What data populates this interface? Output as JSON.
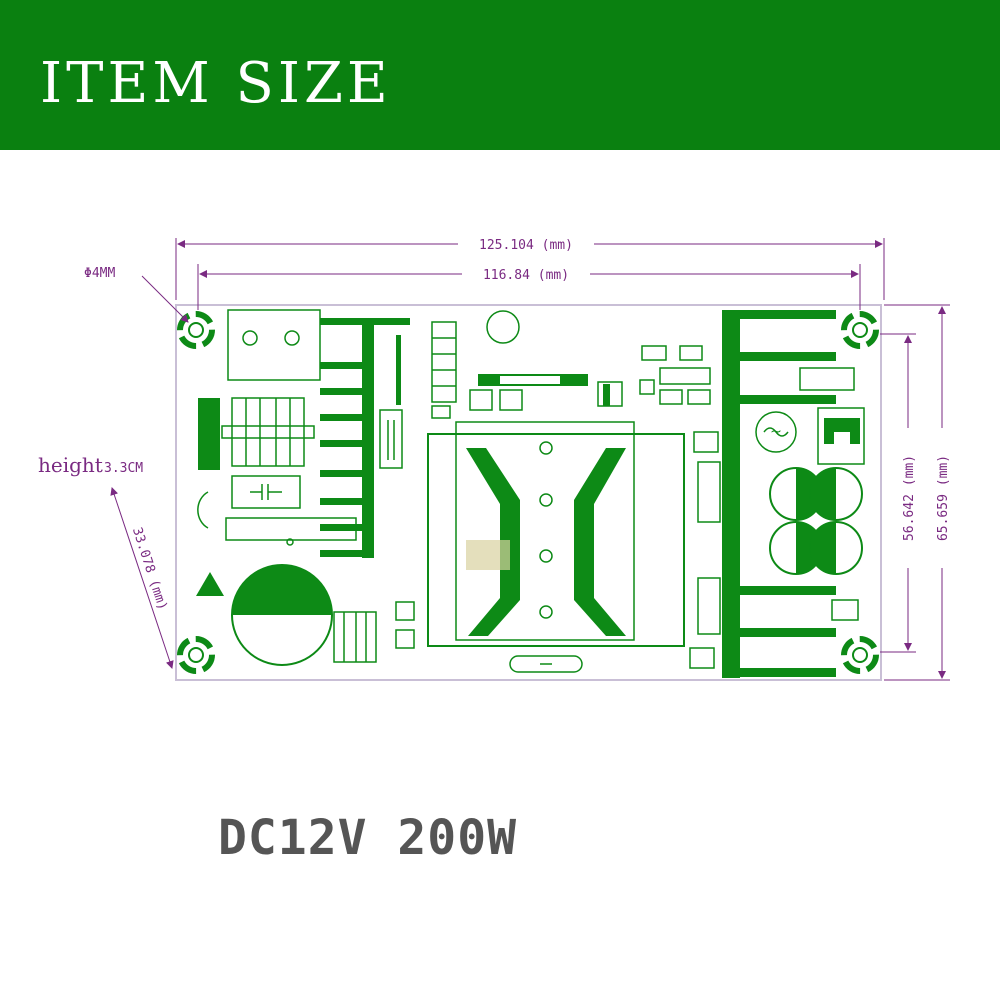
{
  "banner": {
    "title": "ITEM SIZE"
  },
  "dimensions": {
    "overall_width": "125.104 (mm)",
    "hole_spacing_width": "116.84 (mm)",
    "hole_spacing_height": "56.642 (mm)",
    "overall_height": "65.659 (mm)",
    "hole_diameter": "Φ4MM",
    "component_height_label": "height",
    "component_height_value": "3.3CM",
    "diagonal": "33.078 (mm)"
  },
  "board": {
    "silk_marking": "~"
  },
  "spec": {
    "label": "DC12V 200W"
  },
  "colors": {
    "banner": "#0a8010",
    "copper": "#0d8a16",
    "dimension": "#7a2a82",
    "board_outline": "#c9bfd6",
    "spec_text": "#555555"
  }
}
